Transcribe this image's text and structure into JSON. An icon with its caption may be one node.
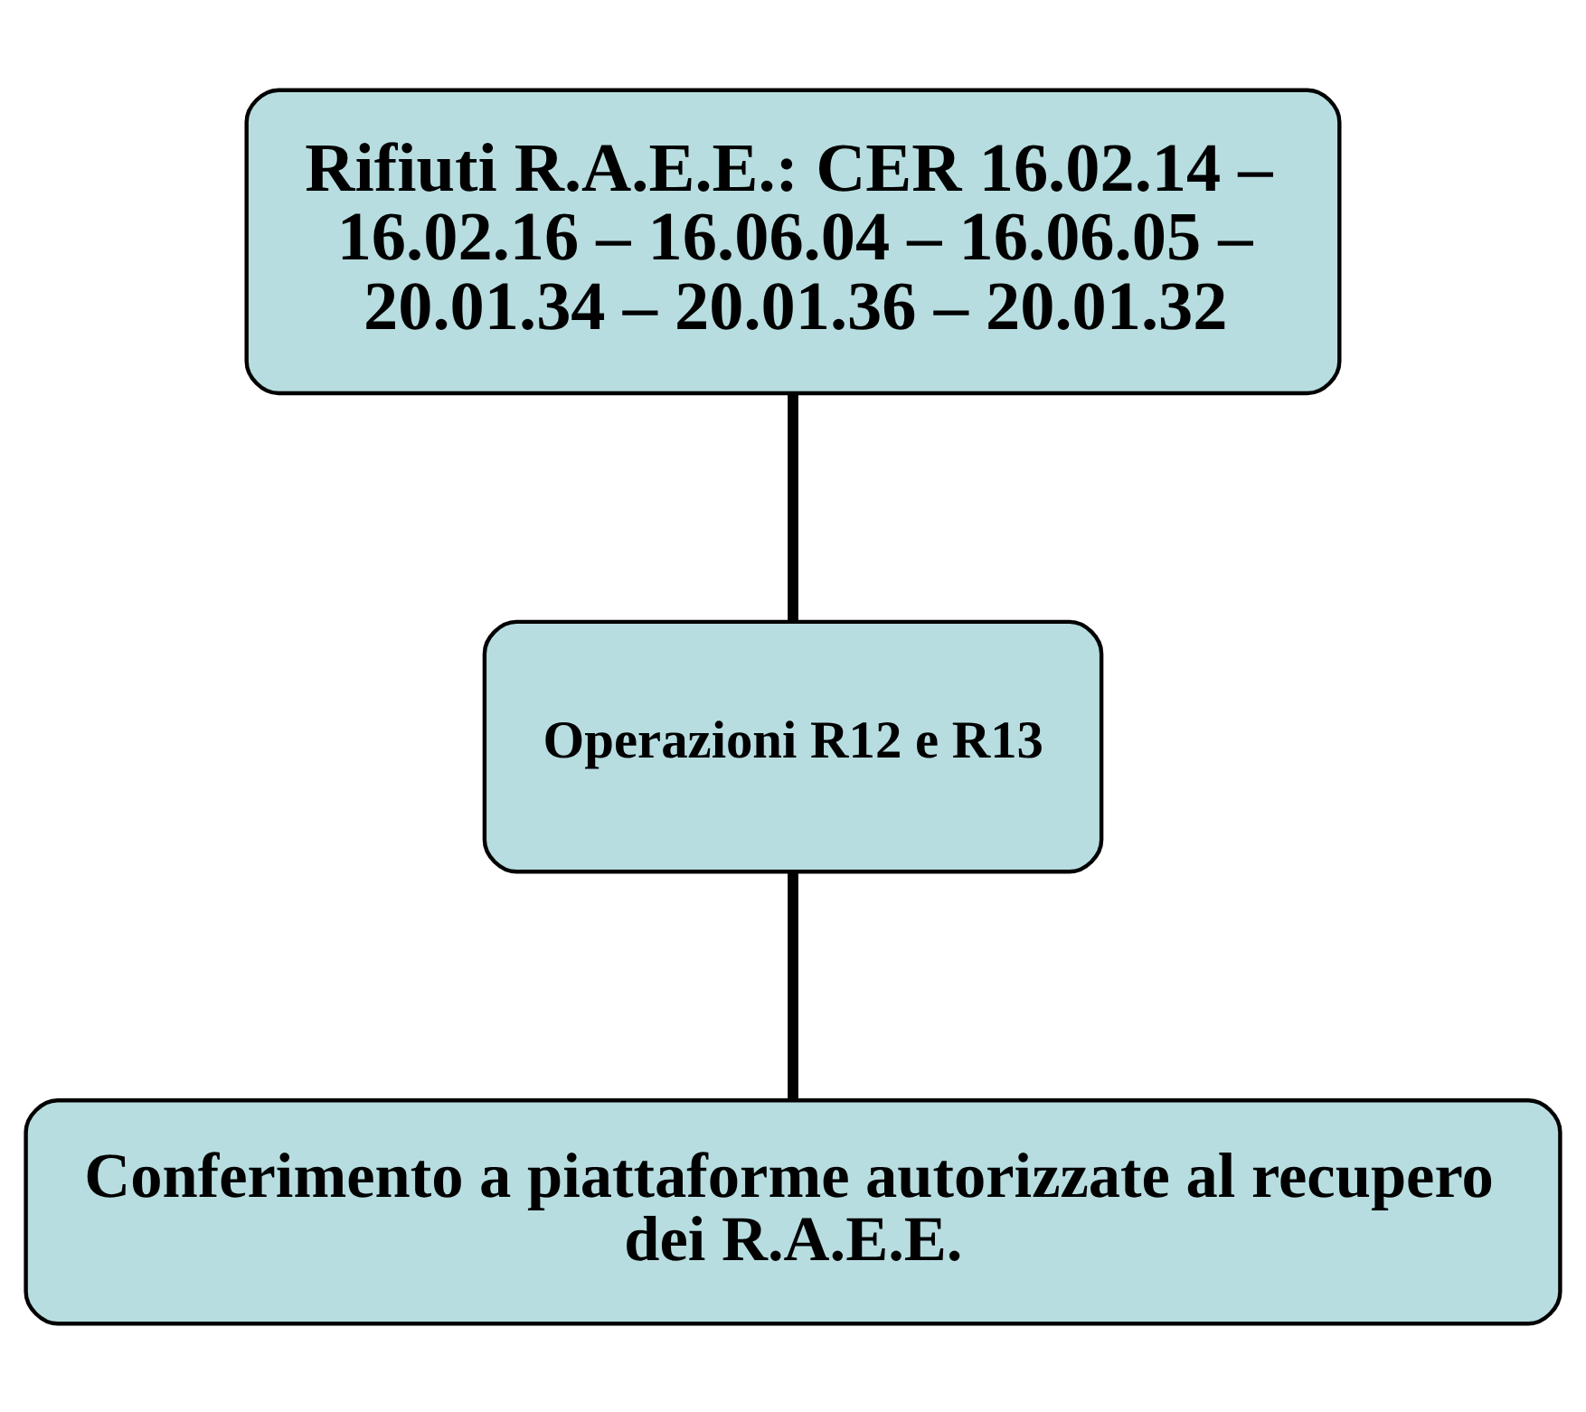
{
  "diagram": {
    "nodes": [
      {
        "text": [
          "Rifiuti R.A.E.E.: CER 16.02.14 – 16.02.16 – 16.06.04 – 16.06.05 – 20.01.34 – 20.01.36 – 20.01.32"
        ]
      },
      {
        "text": [
          "Operazioni R12 e R13"
        ]
      },
      {
        "text": [
          "Conferimento a piattaforme autorizzate al recupero dei R.A.E.E."
        ]
      }
    ],
    "edges": [
      {
        "from": 0,
        "to": 1,
        "arrow": "none"
      },
      {
        "from": 1,
        "to": 2,
        "arrow": "none"
      }
    ]
  }
}
